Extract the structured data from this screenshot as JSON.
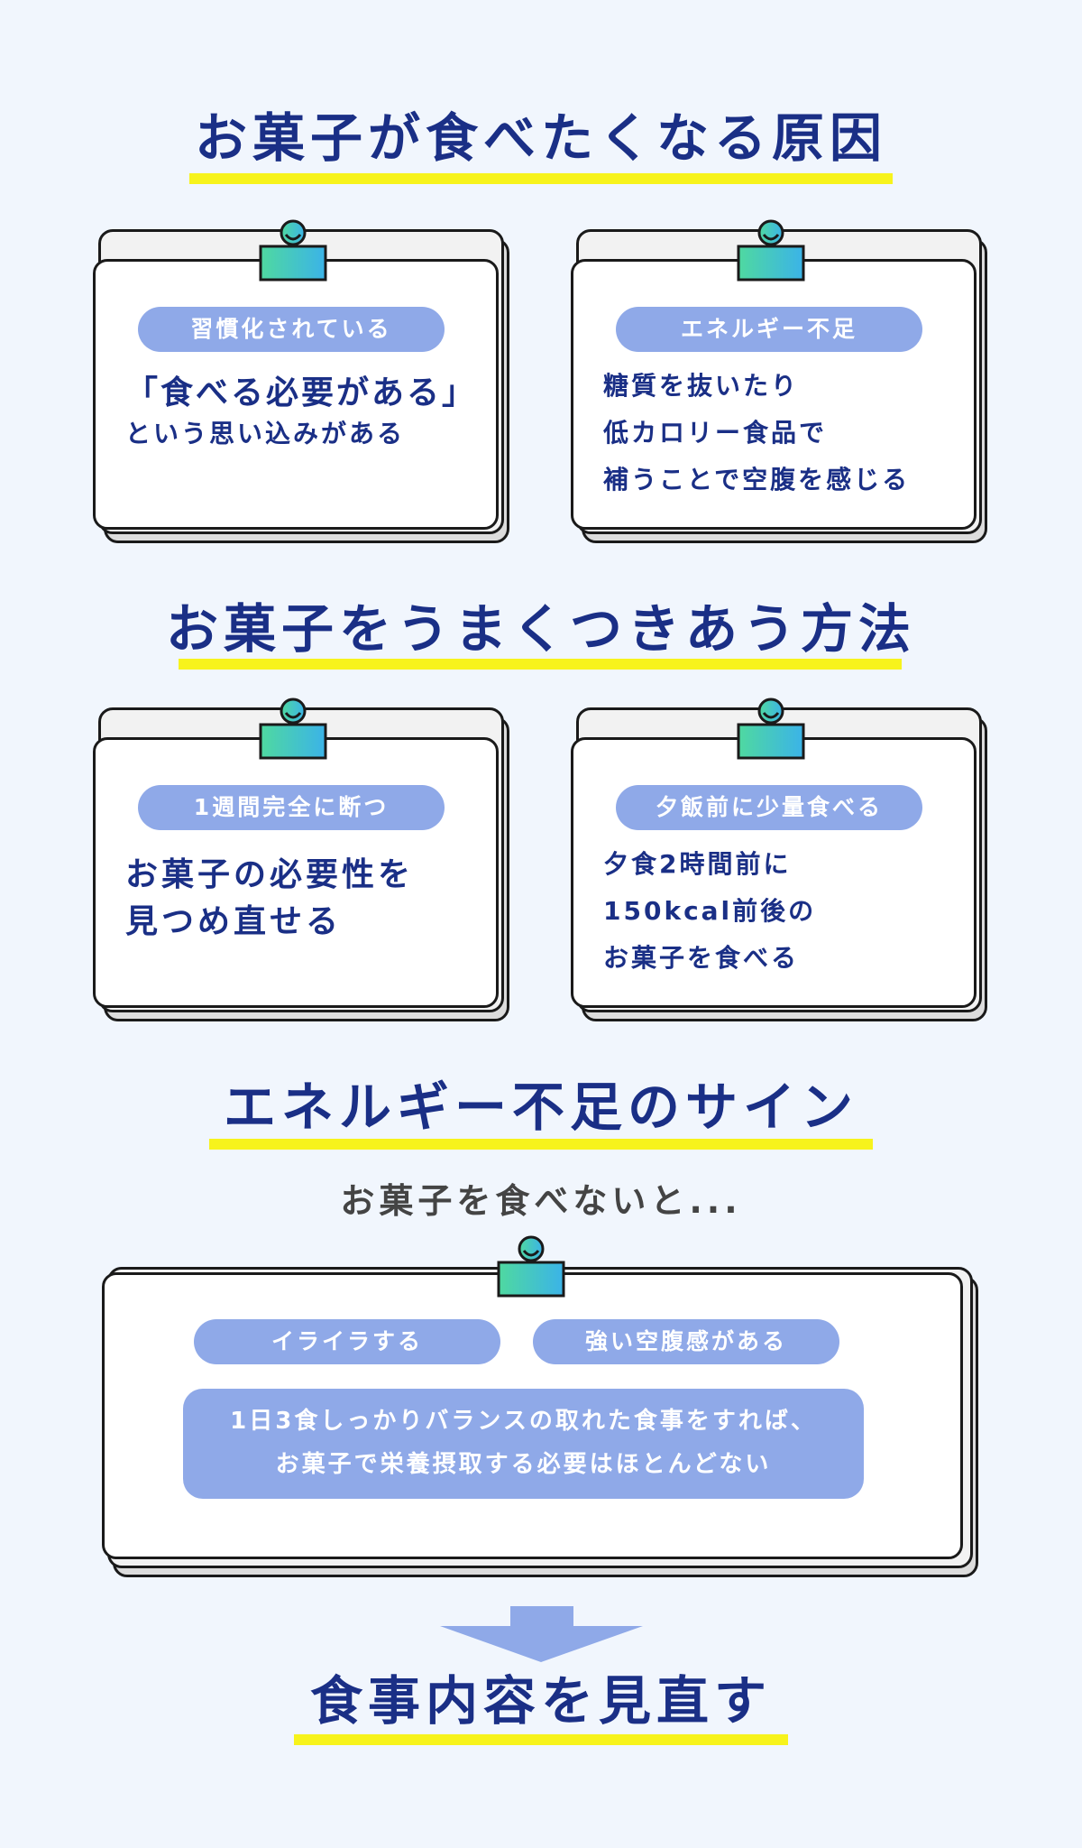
{
  "section1": {
    "title": "お菓子が食べたくなる原因",
    "card_left": {
      "tag": "習慣化されている",
      "lines": [
        "「食べる必要がある」",
        "という思い込みがある"
      ]
    },
    "card_right": {
      "tag": "エネルギー不足",
      "lines": [
        "糖質を抜いたり",
        "低カロリー食品で",
        "補うことで空腹を感じる"
      ]
    }
  },
  "section2": {
    "title": "お菓子をうまくつきあう方法",
    "card_left": {
      "tag": "1週間完全に断つ",
      "lines": [
        "お菓子の必要性を",
        "見つめ直せる"
      ]
    },
    "card_right": {
      "tag": "夕飯前に少量食べる",
      "lines": [
        "夕食2時間前に",
        "150kcal前後の",
        "お菓子を食べる"
      ]
    }
  },
  "section3": {
    "title": "エネルギー不足のサイン",
    "subtitle": "お菓子を食べないと...",
    "tags": [
      "イライラする",
      "強い空腹感がある"
    ],
    "note_lines": [
      "1日3食しっかりバランスの取れた食事をすれば、",
      "お菓子で栄養摂取する必要はほとんどない"
    ]
  },
  "conclusion": {
    "title": "食事内容を見直す"
  },
  "colors": {
    "navy": "#1a2f86",
    "highlight": "#f7f31c",
    "pill": "#8fa9e8",
    "clip_gradient": [
      "#4fd9a0",
      "#3bb3e8"
    ],
    "background": "#f1f6fd"
  },
  "icons": [
    "binder-clip-icon",
    "down-arrow-icon"
  ]
}
